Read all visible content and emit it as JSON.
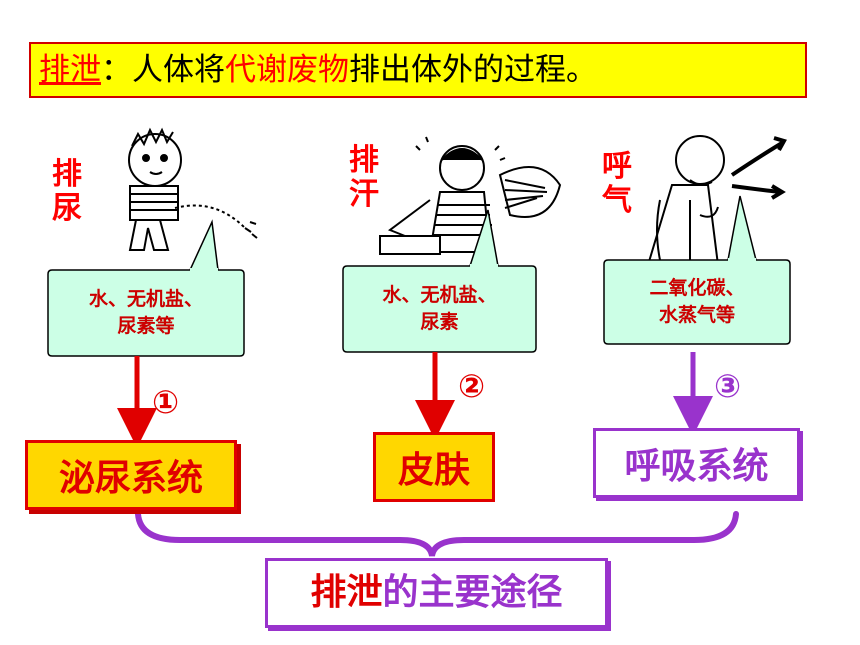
{
  "title": {
    "term": "排泄",
    "colon": "：",
    "part1": "人体将",
    "highlight": "代谢废物",
    "part2": "排出体外的过程。"
  },
  "branches": [
    {
      "label": "排尿",
      "bubble_lines": [
        "水、无机盐、",
        "尿素等"
      ],
      "number": "①",
      "system": "泌尿系统"
    },
    {
      "label": "排汗",
      "bubble_lines": [
        "水、无机盐、",
        "尿素"
      ],
      "number": "②",
      "system": "皮肤"
    },
    {
      "label": "呼气",
      "bubble_lines": [
        "二氧化碳、",
        "水蒸气等"
      ],
      "number": "③",
      "system": "呼吸系统"
    }
  ],
  "summary": {
    "part1": "排泄",
    "part2": "的主要途径"
  },
  "colors": {
    "red": "#e00000",
    "purple": "#9933cc",
    "yellow": "#ffff00",
    "gold": "#ffd700",
    "bubble": "#ccffe6"
  }
}
